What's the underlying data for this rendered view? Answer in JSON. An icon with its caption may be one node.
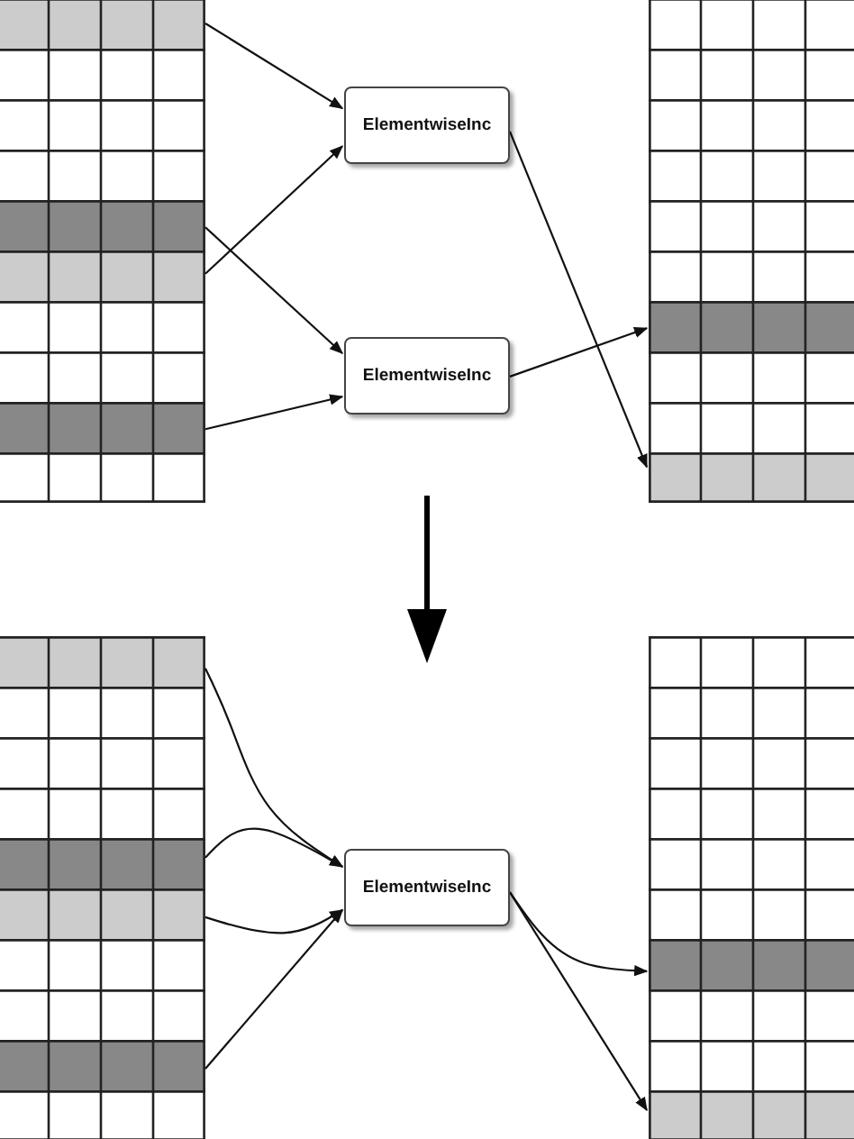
{
  "diagram": {
    "nodes": [
      {
        "text": [],
        "shape": "box"
      },
      {
        "text": [],
        "shape": "bar",
        "in": 0
      },
      {
        "text": [],
        "shape": "bar",
        "in": 0
      },
      {
        "text": [],
        "shape": "bar",
        "in": 0
      },
      {
        "text": [],
        "shape": "bar",
        "in": 0
      },
      {
        "text": [
          "ElementwiseInc"
        ]
      },
      {
        "text": [
          "ElementwiseInc"
        ]
      },
      {
        "text": [],
        "shape": "box"
      },
      {
        "text": [],
        "shape": "bar",
        "in": 7
      },
      {
        "text": [],
        "shape": "bar",
        "in": 7
      },
      {
        "text": [],
        "shape": "box"
      },
      {
        "text": [],
        "shape": "bar",
        "in": 10
      },
      {
        "text": [],
        "shape": "bar",
        "in": 10
      },
      {
        "text": [],
        "shape": "bar",
        "in": 10
      },
      {
        "text": [],
        "shape": "bar",
        "in": 10
      },
      {
        "text": [
          "ElementwiseInc"
        ]
      },
      {
        "text": [],
        "shape": "box"
      },
      {
        "text": [],
        "shape": "bar",
        "in": 16
      },
      {
        "text": [],
        "shape": "bar",
        "in": 16
      }
    ],
    "edges": [
      {
        "from": 1,
        "to": 5,
        "arrow": "to"
      },
      {
        "from": 3,
        "to": 5,
        "arrow": "to"
      },
      {
        "from": 2,
        "to": 6,
        "arrow": "to"
      },
      {
        "from": 4,
        "to": 6,
        "arrow": "to"
      },
      {
        "from": 5,
        "to": 9,
        "arrow": "to"
      },
      {
        "from": 6,
        "to": 8,
        "arrow": "to"
      },
      {
        "from": 11,
        "to": 15,
        "arrow": "to"
      },
      {
        "from": 12,
        "to": 15,
        "arrow": "to"
      },
      {
        "from": 13,
        "to": 15,
        "arrow": "to"
      },
      {
        "from": 14,
        "to": 15,
        "arrow": "to"
      },
      {
        "from": 15,
        "to": 17,
        "arrow": "to"
      },
      {
        "from": 15,
        "to": 18,
        "arrow": "to"
      }
    ]
  }
}
